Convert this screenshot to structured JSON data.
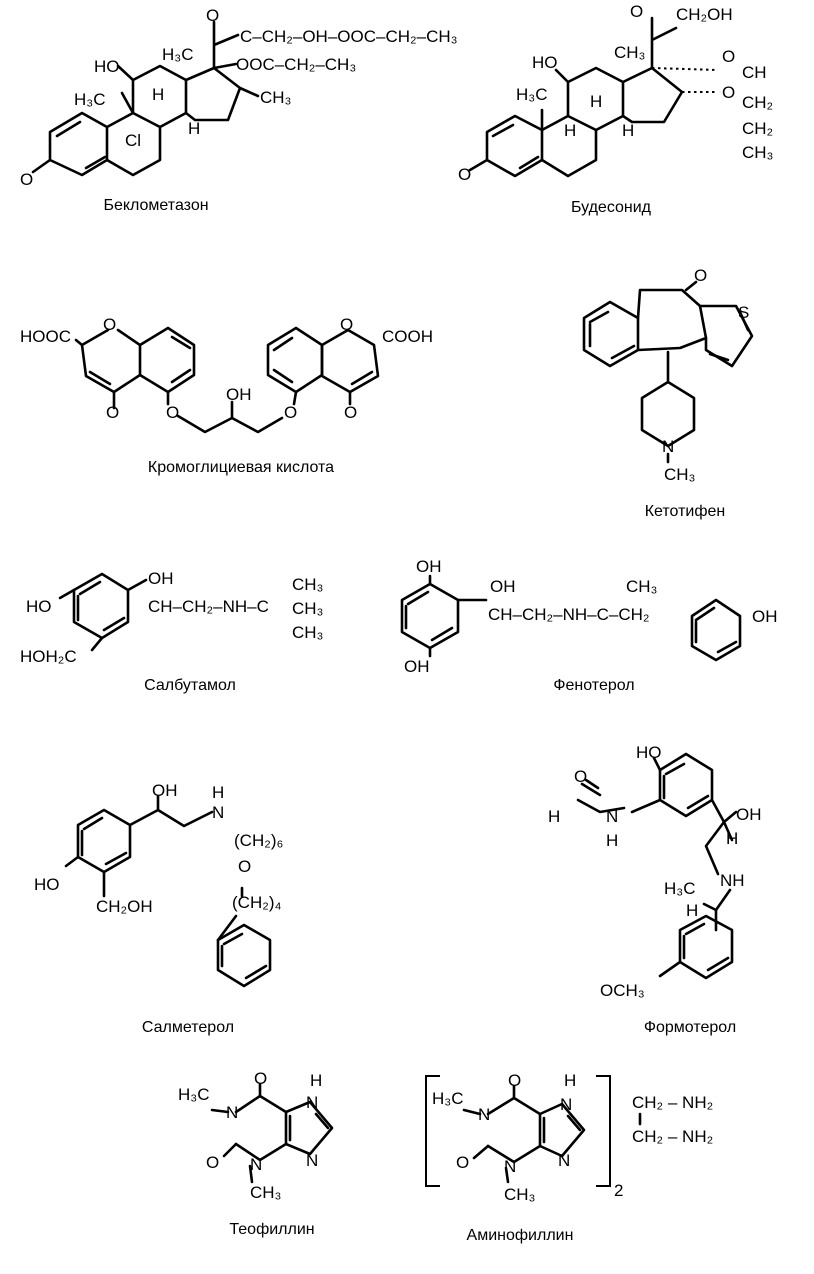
{
  "compounds": [
    {
      "id": "beclomethasone",
      "name": "Беклометазон",
      "groups": {
        "side_chain": "C–CH₂–OH–OOC–CH₂–CH₃",
        "ester": "OOC–CH₂–CH₃",
        "ketone_o": "O",
        "hydroxy": "HO",
        "methyl_c": "H₃C",
        "methyl_d": "H₃C",
        "methyl_16": "CH₃",
        "chloro": "Cl",
        "h1": "H",
        "h2": "H",
        "oxo": "O"
      }
    },
    {
      "id": "budesonide",
      "name": "Будесонид",
      "groups": {
        "side_chain": "CH₂OH",
        "ketone_o": "O",
        "hydroxy": "HO",
        "methyl_a": "H₃C",
        "methyl_c": "CH₃",
        "o1": "O",
        "o2": "O",
        "ch": "CH",
        "ch2a": "CH₂",
        "ch2b": "CH₂",
        "ch3": "CH₃",
        "h1": "H",
        "h2": "H",
        "h3": "H",
        "oxo": "O"
      }
    },
    {
      "id": "cromoglicic-acid",
      "name": "Кромоглициевая кислота",
      "groups": {
        "acid_left": "HOOC",
        "acid_right": "COOH",
        "o_ring_left": "O",
        "o_ring_right": "O",
        "oxo_left": "O",
        "oxo_right": "O",
        "ether_left": "O",
        "ether_right": "O",
        "hydroxy": "OH"
      }
    },
    {
      "id": "ketotifen",
      "name": "Кетотифен",
      "groups": {
        "oxo": "O",
        "sulfur": "S",
        "nitrogen": "N",
        "methyl": "CH₃"
      }
    },
    {
      "id": "salbutamol",
      "name": "Салбутамол",
      "groups": {
        "hydroxy_ring": "HO",
        "hydroxymethyl": "HOH₂C",
        "hydroxy_chain": "OH",
        "chain": "CH–CH₂–NH–C",
        "methyl1": "CH₃",
        "methyl2": "CH₃",
        "methyl3": "CH₃"
      }
    },
    {
      "id": "fenoterol",
      "name": "Фенотерол",
      "groups": {
        "hydroxy_top": "OH",
        "hydroxy_bottom": "OH",
        "hydroxy_chain": "OH",
        "chain": "CH–CH₂–NH–C–CH₂",
        "methyl": "CH₃",
        "hydroxy_para": "OH"
      }
    },
    {
      "id": "salmeterol",
      "name": "Салметерол",
      "groups": {
        "hydroxy_chain": "OH",
        "amine": "H",
        "amine_n": "N",
        "chain1": "(CH₂)₆",
        "ether": "O",
        "chain2": "(CH₂)₄",
        "hydroxy_ring": "HO",
        "hydroxymethyl": "CH₂OH"
      }
    },
    {
      "id": "formoterol",
      "name": "Формотерол",
      "groups": {
        "hydroxy_ring": "HO",
        "formyl_h": "H",
        "formyl_o": "O",
        "amide_n": "N",
        "amide_h": "H",
        "hydroxy_chain": "OH",
        "h_chain": "H",
        "amine": "NH",
        "methyl": "H₃C",
        "h_chain2": "H",
        "methoxy": "OCH₃"
      }
    },
    {
      "id": "theophylline",
      "name": "Теофиллин",
      "groups": {
        "methyl1": "H₃C",
        "methyl3": "CH₃",
        "n1": "N",
        "n3": "N",
        "n7": "N",
        "n9": "N",
        "h7": "H",
        "o2": "O",
        "o6": "O"
      }
    },
    {
      "id": "aminophylline",
      "name": "Аминофиллин",
      "groups": {
        "methyl1": "H₃C",
        "methyl3": "CH₃",
        "n1": "N",
        "n3": "N",
        "n7": "N",
        "n9": "N",
        "h7": "H",
        "o2": "O",
        "o6": "O",
        "subscript": "2",
        "ethylenediamine_line1": "CH₂ – NH₂",
        "ethylenediamine_line2": "CH₂ – NH₂"
      }
    }
  ]
}
